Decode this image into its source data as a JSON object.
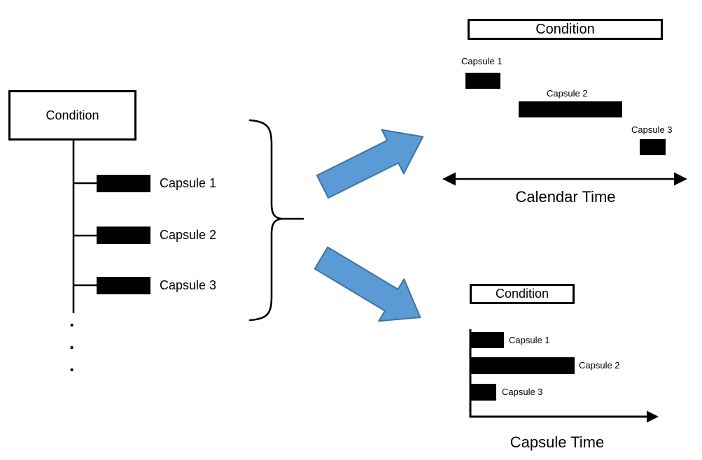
{
  "diagram": {
    "left_tree": {
      "condition": "Condition",
      "capsules": [
        {
          "label": "Capsule 1"
        },
        {
          "label": "Capsule 2"
        },
        {
          "label": "Capsule 3"
        }
      ],
      "ellipsis_dot": "."
    },
    "calendar_view": {
      "condition": "Condition",
      "axis_label": "Calendar Time",
      "capsules": [
        {
          "label": "Capsule 1",
          "relative_start": 0.1,
          "relative_duration": 0.15
        },
        {
          "label": "Capsule 2",
          "relative_start": 0.31,
          "relative_duration": 0.42
        },
        {
          "label": "Capsule 3",
          "relative_start": 0.81,
          "relative_duration": 0.11
        }
      ]
    },
    "capsule_view": {
      "condition": "Condition",
      "axis_label": "Capsule Time",
      "capsules": [
        {
          "label": "Capsule 1",
          "relative_start": 0,
          "relative_duration": 0.18
        },
        {
          "label": "Capsule 2",
          "relative_start": 0,
          "relative_duration": 0.56
        },
        {
          "label": "Capsule 3",
          "relative_start": 0,
          "relative_duration": 0.14
        }
      ]
    },
    "colors": {
      "bar": "#000000",
      "line": "#000000",
      "arrow_fill": "#5B9BD5",
      "arrow_stroke": "#41719C"
    }
  }
}
